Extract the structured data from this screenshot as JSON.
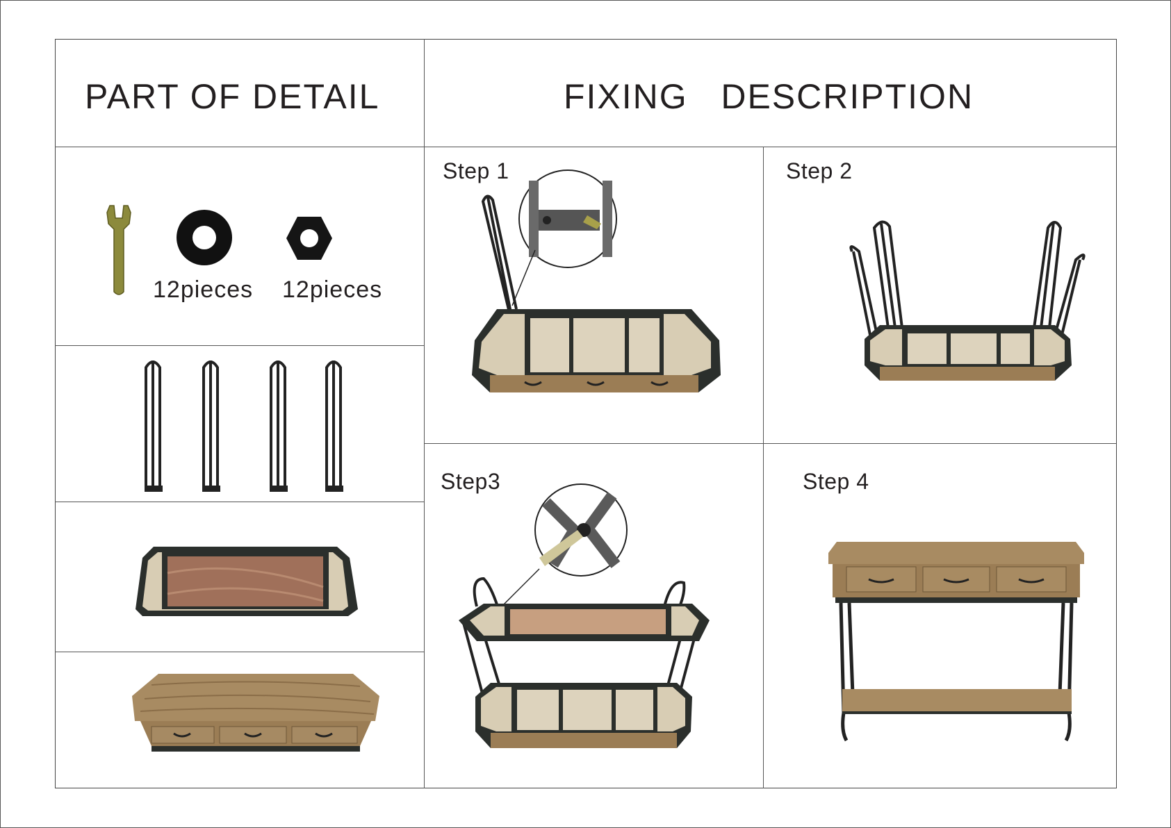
{
  "header": {
    "parts_title": "PART OF DETAIL",
    "fixing_title": "FIXING   DESCRIPTION"
  },
  "parts": {
    "washer_qty": "12pieces",
    "nut_qty": "12pieces"
  },
  "steps": [
    "Step 1",
    "Step 2",
    "Step3",
    "Step 4"
  ],
  "colors": {
    "metal": "#2b2f2c",
    "wood": "#a88b62",
    "board": "#d8cdb4",
    "wrench": "#8c8a3c"
  }
}
